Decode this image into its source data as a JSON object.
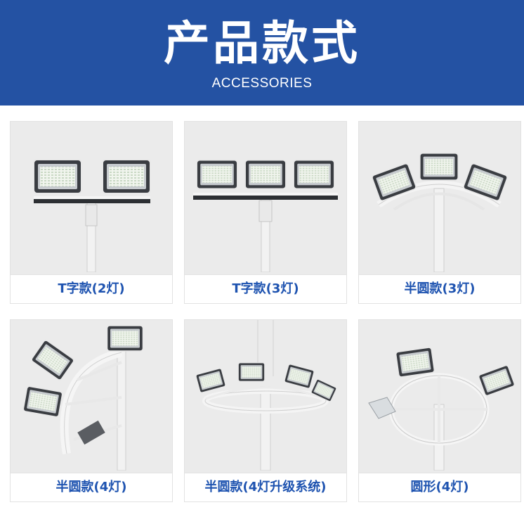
{
  "header": {
    "title": "产品款式",
    "subtitle": "ACCESSORIES",
    "background_color": "#2452a3"
  },
  "products": [
    {
      "label": "T字款(2灯)",
      "icon": "t-bar-two-floodlight-pole-icon"
    },
    {
      "label": "T字款(3灯)",
      "icon": "t-bar-three-floodlight-pole-icon"
    },
    {
      "label": "半圆款(3灯)",
      "icon": "semicircle-three-floodlight-pole-icon"
    },
    {
      "label": "半圆款(4灯)",
      "icon": "semicircle-four-floodlight-pole-icon"
    },
    {
      "label": "半圆款(4灯升级系统)",
      "icon": "semicircle-four-floodlight-upgrade-pole-icon"
    },
    {
      "label": "圆形(4灯)",
      "icon": "ring-four-floodlight-pole-icon"
    }
  ],
  "colors": {
    "label_text": "#1e53b0",
    "card_background": "#ebebeb"
  }
}
